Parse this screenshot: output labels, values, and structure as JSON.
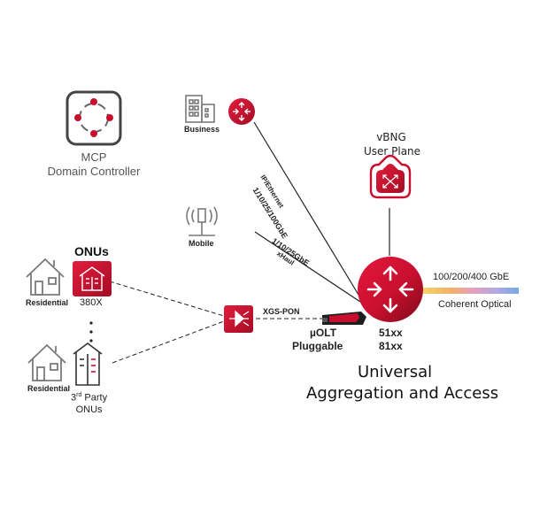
{
  "controller": {
    "name_line1": "MCP",
    "name_line2": "Domain Controller"
  },
  "business": {
    "label": "Business"
  },
  "mobile": {
    "label": "Mobile"
  },
  "residential_top": {
    "label": "Residential"
  },
  "residential_bottom": {
    "label": "Residential"
  },
  "onus": {
    "title": "ONUs",
    "model": "380X",
    "third_party_line1": "3",
    "third_party_sup": "rd",
    "third_party_rest": " Party",
    "third_party_line2": "ONUs"
  },
  "links": {
    "business_speed": "1/10/25/100GbE",
    "business_proto": "IP/Ethernet",
    "mobile_speed": "1/10/25GbE",
    "mobile_proto": "xHaul",
    "pon": "XGS-PON"
  },
  "uolt": {
    "line1": "µOLT",
    "line2": "Pluggable"
  },
  "vbng": {
    "line1": "vBNG",
    "line2": "User Plane"
  },
  "router": {
    "model1": "51xx",
    "model2": "81xx"
  },
  "optical": {
    "speed": "100/200/400 GbE",
    "label": "Coherent Optical"
  },
  "title": {
    "line1": "Universal",
    "line2": "Aggregation and Access"
  },
  "colors": {
    "brand_red": "#c8102e",
    "dark_red": "#8b0e22",
    "gray_icon": "#7a7a7a"
  }
}
